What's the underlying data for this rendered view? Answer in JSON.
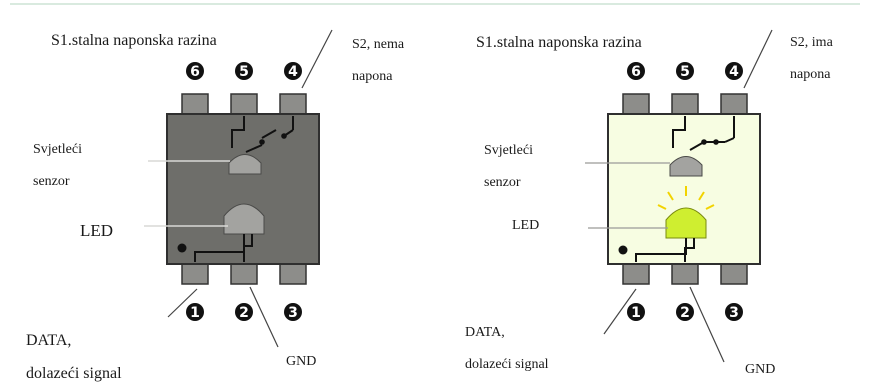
{
  "left": {
    "s1_label": "S1.stalna naponska razina",
    "s2_label_line1": "S2, nema",
    "s2_label_line2": "napona",
    "sensor_line1": "Svjetleći",
    "sensor_line2": "senzor",
    "led_label": "LED",
    "data_line1": "DATA,",
    "data_line2": "dolazeći signal",
    "gnd_label": "GND"
  },
  "right": {
    "s1_label": "S1.stalna naponska razina",
    "s2_label_line1": "S2, ima",
    "s2_label_line2": "napona",
    "sensor_line1": "Svjetleći",
    "sensor_line2": "senzor",
    "led_label": "LED",
    "data_line1": "DATA,",
    "data_line2": "dolazeći signal",
    "gnd_label": "GND"
  },
  "pins": {
    "top": [
      "6",
      "5",
      "4"
    ],
    "bottom": [
      "1",
      "2",
      "3"
    ]
  },
  "colors": {
    "left_body": "#6e6e6a",
    "right_body": "#f7fde2",
    "led_on": "#cfee30",
    "led_off": "#a3a3a0",
    "glow": "#f2d300"
  }
}
